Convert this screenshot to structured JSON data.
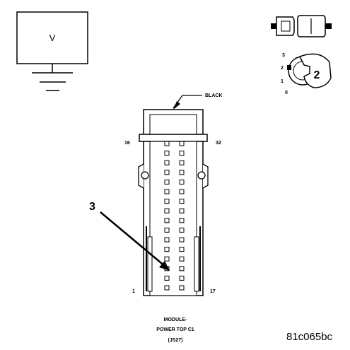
{
  "voltmeter": {
    "symbol": "V"
  },
  "ignition": {
    "positions": [
      "3",
      "2",
      "1",
      "0"
    ],
    "step_number": "2"
  },
  "connector": {
    "color_label": "BLACK",
    "pin_top_left": "16",
    "pin_top_right": "32",
    "pin_bottom_left": "1",
    "pin_bottom_right": "17",
    "rows_per_column": 16
  },
  "callout": {
    "step_number": "3"
  },
  "caption": {
    "line1": "MODULE-",
    "line2": "POWER TOP C1",
    "line3": "(JS27)"
  },
  "figure_id": "81c065bc"
}
